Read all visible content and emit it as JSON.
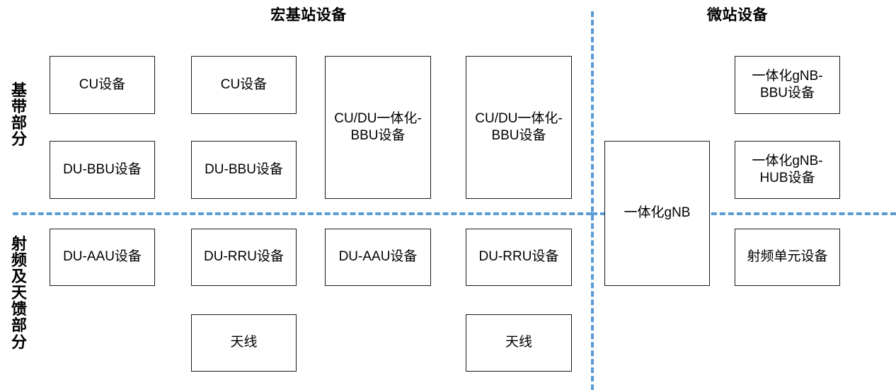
{
  "diagram": {
    "sections": [
      {
        "id": "macro",
        "title": "宏基站设备"
      },
      {
        "id": "micro",
        "title": "微站设备"
      }
    ],
    "row_labels": [
      {
        "id": "baseband",
        "text": "基带部分"
      },
      {
        "id": "rf-antenna",
        "text": "射频及天馈部分"
      }
    ],
    "colors": {
      "divider": "#5b9bd5",
      "box_border": "#1a1a1a",
      "text": "#000000",
      "background": "#ffffff"
    },
    "boxes": {
      "c1_cu": "CU设备",
      "c1_du_bbu": "DU-BBU设备",
      "c1_du_aau": "DU-AAU设备",
      "c2_cu": "CU设备",
      "c2_du_bbu": "DU-BBU设备",
      "c2_du_rru": "DU-RRU设备",
      "c2_antenna": "天线",
      "c3_cudu_bbu": "CU/DU一体化-BBU设备",
      "c3_du_aau": "DU-AAU设备",
      "c4_cudu_bbu": "CU/DU一体化-BBU设备",
      "c4_du_rru": "DU-RRU设备",
      "c4_antenna": "天线",
      "m1_gnb": "一体化gNB",
      "m2_gnb_bbu": "一体化gNB-BBU设备",
      "m2_gnb_hub": "一体化gNB-HUB设备",
      "m2_rf_unit": "射频单元设备"
    }
  }
}
